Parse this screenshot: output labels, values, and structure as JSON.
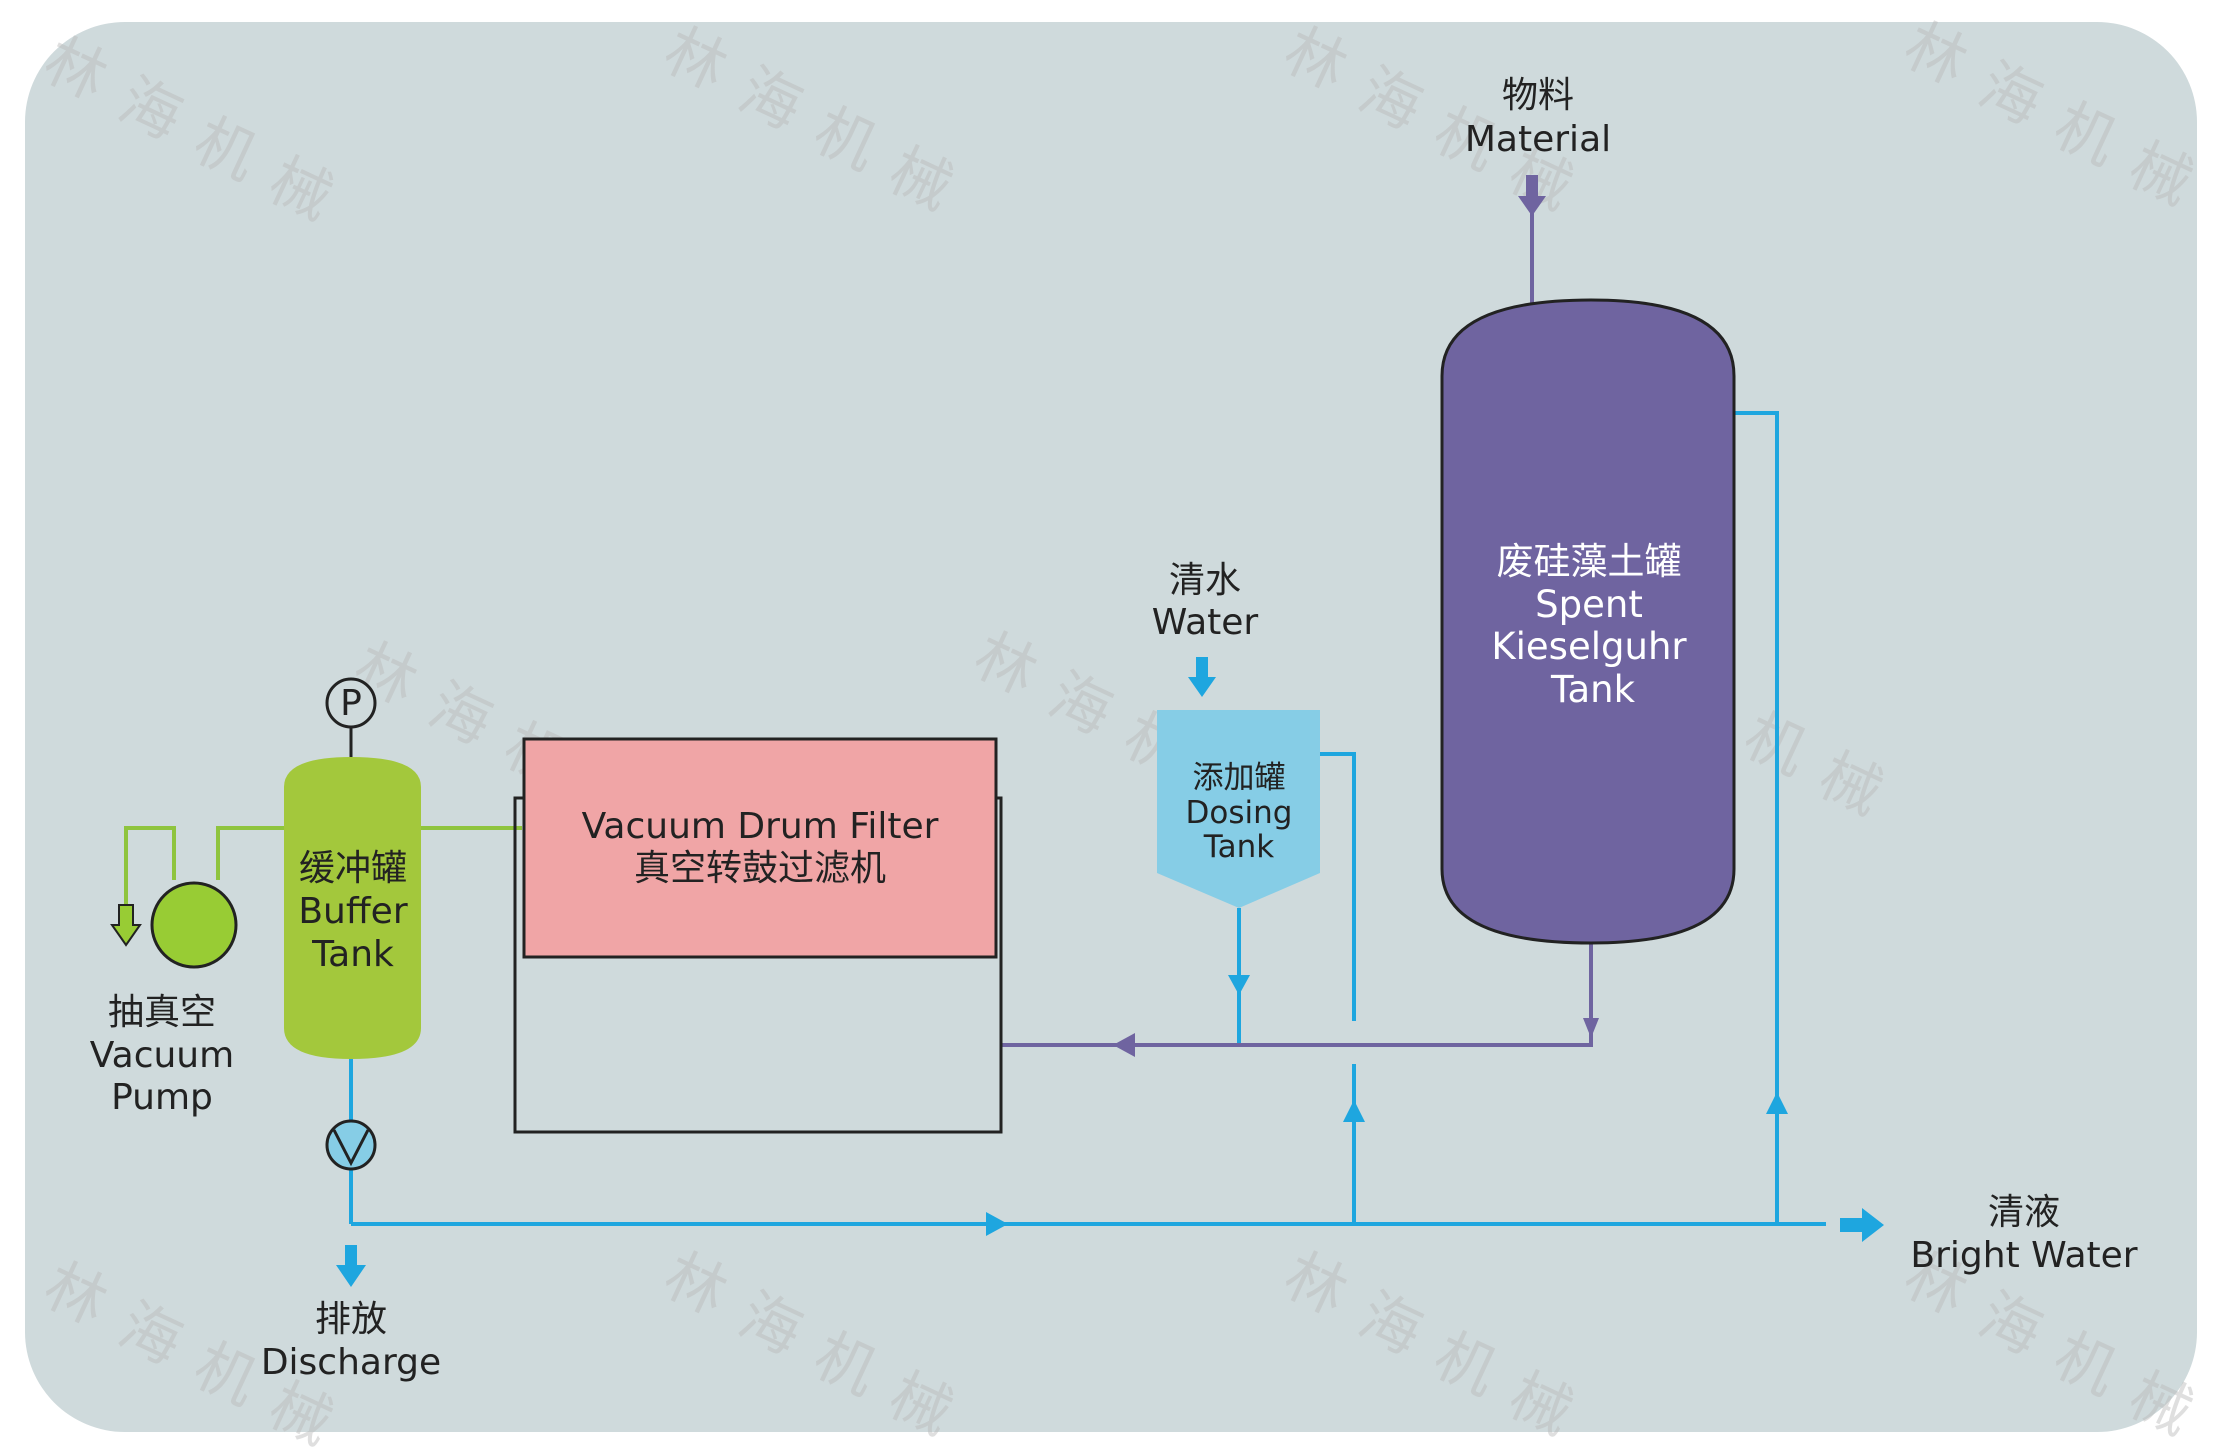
{
  "labels": {
    "material_cn": "物料",
    "material_en": "Material",
    "water_cn": "清水",
    "water_en": "Water",
    "spent_tank_cn": "废硅藻土罐",
    "spent_tank_en_1": "Spent",
    "spent_tank_en_2": "Kieselguhr",
    "spent_tank_en_3": "Tank",
    "dosing_tank_cn": "添加罐",
    "dosing_tank_en_1": "Dosing",
    "dosing_tank_en_2": "Tank",
    "drum_filter_en": "Vacuum Drum Filter",
    "drum_filter_cn": "真空转鼓过滤机",
    "buffer_tank_cn": "缓冲罐",
    "buffer_tank_en_1": "Buffer",
    "buffer_tank_en_2": "Tank",
    "vacuum_pump_cn": "抽真空",
    "vacuum_pump_en_1": "Vacuum",
    "vacuum_pump_en_2": "Pump",
    "discharge_cn": "排放",
    "discharge_en": "Discharge",
    "bright_water_cn": "清液",
    "bright_water_en": "Bright Water",
    "pressure_gauge": "P"
  },
  "watermark": {
    "char_1": "林",
    "char_2": "海",
    "char_3": "机",
    "char_4": "械"
  },
  "colors": {
    "background_panel": "#cfdadc",
    "spent_tank": "#6f64a0",
    "dosing_tank": "#86cde6",
    "drum_filter": "#f0a5a6",
    "buffer_tank": "#a3c83c",
    "vacuum_pump": "#98cc34",
    "water_line": "#1ea6df",
    "slurry_line": "#6f64a0",
    "vacuum_line": "#8fc43e"
  }
}
